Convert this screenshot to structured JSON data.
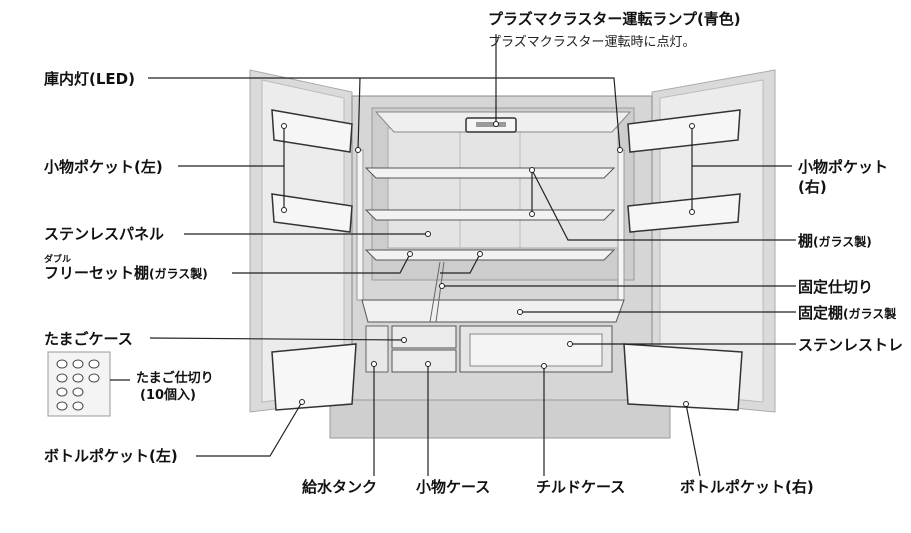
{
  "top_callout": {
    "title": "プラズマクラスター運転ランプ(青色)",
    "note": "プラズマクラスター運転時に点灯。"
  },
  "labels": {
    "interior_light": "庫内灯(LED)",
    "small_pocket_left": "小物ポケット(左)",
    "stainless_panel": "ステンレスパネル",
    "free_set_ruby": "ダブル",
    "free_set_shelf": "フリーセット棚",
    "free_set_shelf_note": "(ガラス製)",
    "egg_case": "たまごケース",
    "egg_divider": "たまご仕切り",
    "egg_divider_count": "(10個入)",
    "bottle_pocket_left": "ボトルポケット(左)",
    "small_pocket_right_1": "小物ポケット",
    "small_pocket_right_2": "(右)",
    "shelf": "棚",
    "shelf_note": "(ガラス製)",
    "fixed_partition": "固定仕切り",
    "fixed_shelf": "固定棚",
    "fixed_shelf_note": "(ガラス製",
    "stainless_tray": "ステンレストレ",
    "water_tank": "給水タンク",
    "small_case": "小物ケース",
    "chilled_case": "チルドケース",
    "bottle_pocket_right": "ボトルポケット(右)"
  },
  "colors": {
    "door": "#d9d9d9",
    "interior": "#cfcfcf",
    "panel": "#e6e6e6",
    "line": "#222222"
  }
}
